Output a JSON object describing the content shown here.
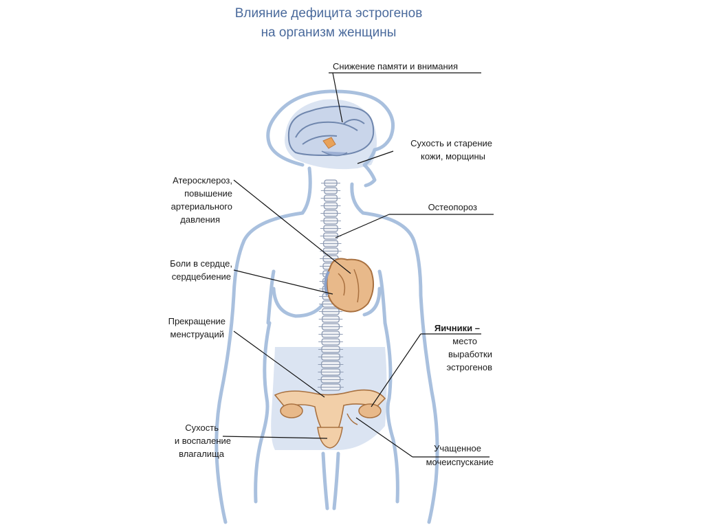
{
  "title": {
    "line1": "Влияние дефицита эстрогенов",
    "line2": "на организм женщины"
  },
  "labels": {
    "memory": "Снижение памяти и внимания",
    "skin_1": "Сухость и старение",
    "skin_2": "кожи, морщины",
    "athero_1": "Атеросклероз,",
    "athero_2": "повышение",
    "athero_3": "артериального",
    "athero_4": "давления",
    "osteo": "Остеопороз",
    "heart_1": "Боли в сердце,",
    "heart_2": "сердцебиение",
    "mens_1": "Прекращение",
    "mens_2": "менструаций",
    "ovary_1": "Яичники –",
    "ovary_2": "место",
    "ovary_3": "выработки",
    "ovary_4": "эстрогенов",
    "vag_1": "Сухость",
    "vag_2": "и воспаление",
    "vag_3": "влагалища",
    "urin_1": "Учащенное",
    "urin_2": "мочеиспускание"
  },
  "colors": {
    "title": "#4a6a9c",
    "body_outline": "#a9c0de",
    "body_fill": "#dbe4f2",
    "organ": "#e8b98a",
    "organ_dark": "#c98a5a"
  }
}
